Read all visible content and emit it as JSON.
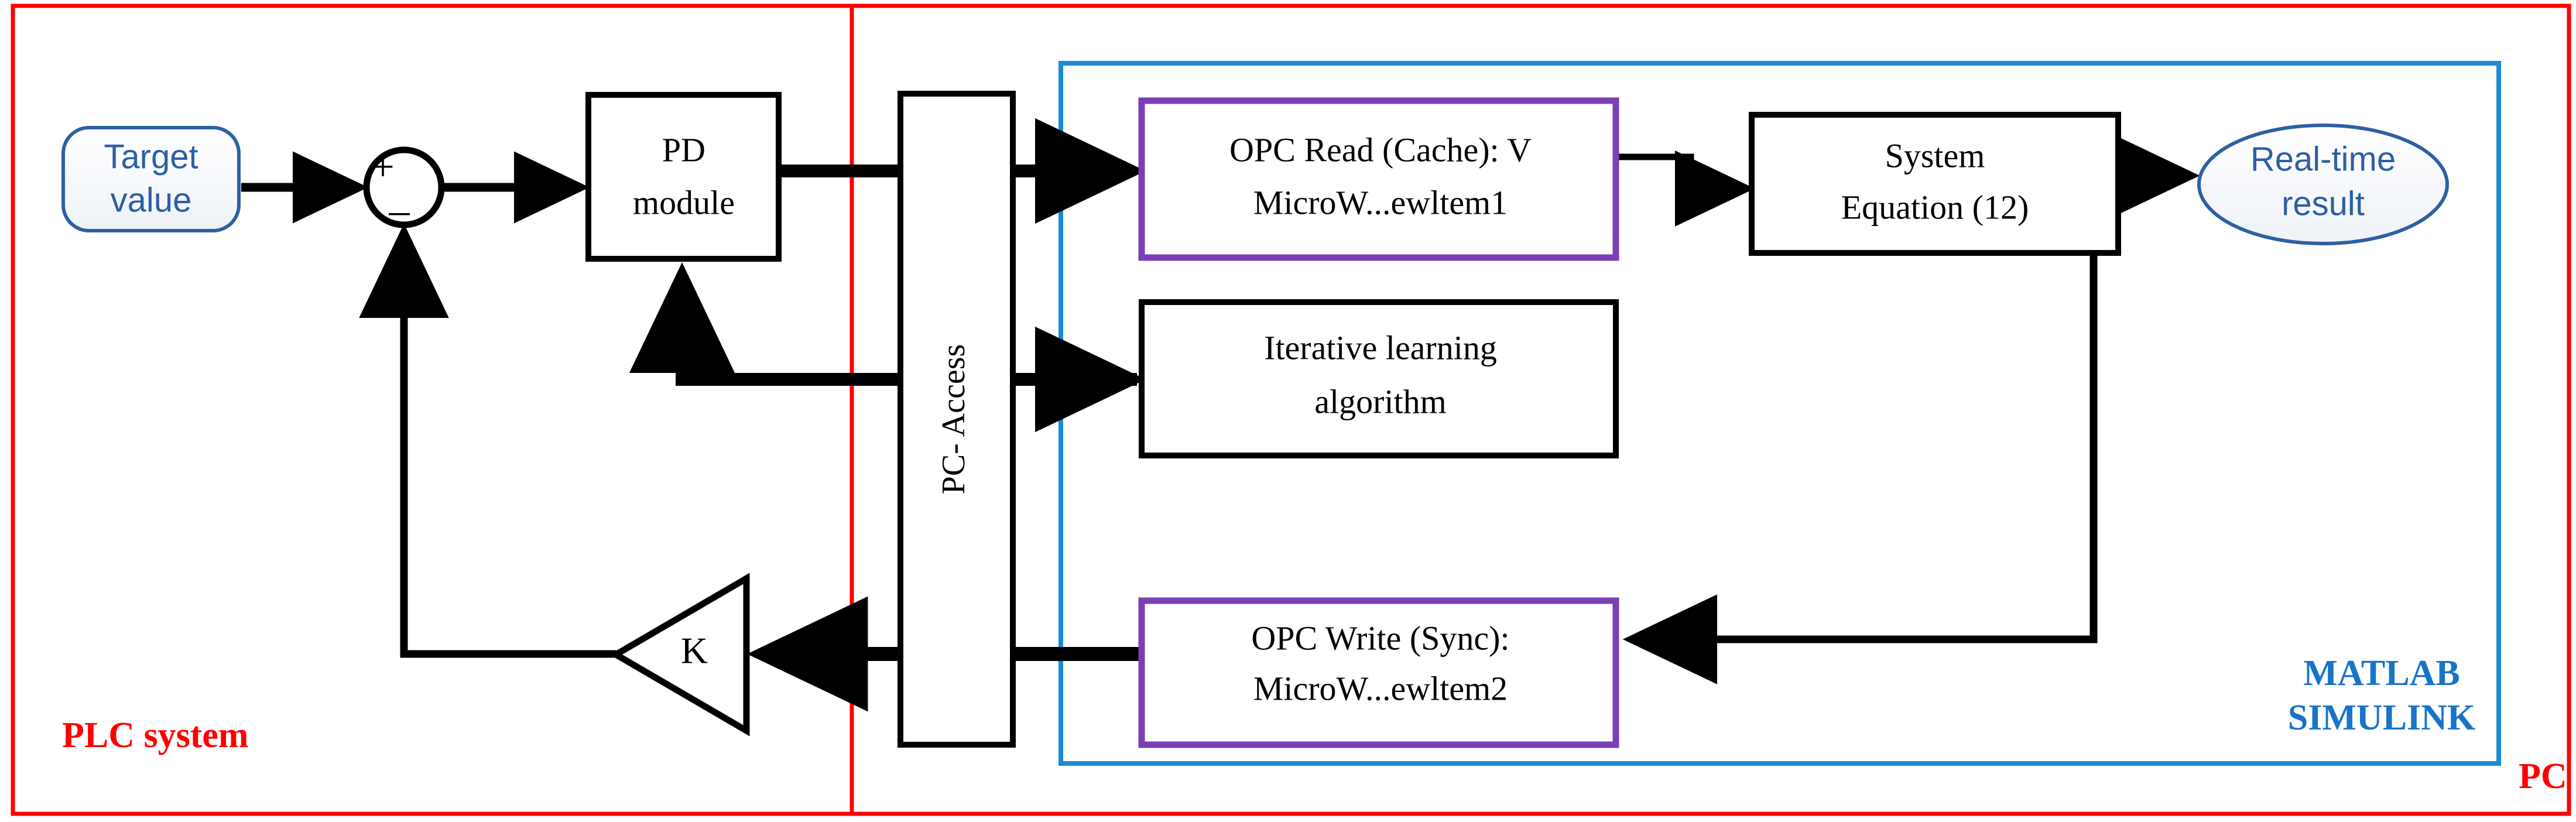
{
  "diagram": {
    "title": "PLC and PC co-simulation control block diagram",
    "colors": {
      "plc_border": "#fe0000",
      "matlab_border": "#1b8ad5",
      "opc_block_border": "#7a3fb5",
      "block_border": "#000000",
      "signal_line": "#000000",
      "rounded_node_border": "#2e5fa3",
      "rounded_node_text": "#2e5fa3",
      "zone_label_red": "#fe0000",
      "zone_label_blue": "#1874c8",
      "background": "#ffffff"
    },
    "zones": [
      {
        "name": "plc-zone",
        "label": "PLC system",
        "label_color": "#fe0000"
      },
      {
        "name": "pc-zone",
        "label": "PC",
        "label_color": "#fe0000"
      },
      {
        "name": "matlab-zone",
        "label_line1": "MATLAB",
        "label_line2": "SIMULINK",
        "label_color": "#1874c8"
      }
    ],
    "nodes": {
      "target_value": {
        "line1": "Target",
        "line2": "value",
        "shape": "rounded-rect"
      },
      "sum_junction": {
        "plus": "+",
        "minus": "–",
        "shape": "circle"
      },
      "pd_module": {
        "line1": "PD",
        "line2": "module",
        "shape": "rect"
      },
      "pc_access": {
        "label": "PC- Access",
        "shape": "rect",
        "orientation": "vertical"
      },
      "opc_read": {
        "line1": "OPC Read (Cache):   V",
        "line2": "MicroW...ewltem1",
        "shape": "rect"
      },
      "system_equation": {
        "line1": "System",
        "line2": "Equation (12)",
        "shape": "rect"
      },
      "realtime_result": {
        "line1": "Real-time",
        "line2": "result",
        "shape": "ellipse"
      },
      "iterative_learning": {
        "line1": "Iterative learning",
        "line2": "algorithm",
        "shape": "rect"
      },
      "opc_write": {
        "line1": "OPC Write (Sync):",
        "line2": "MicroW...ewltem2",
        "shape": "rect"
      },
      "gain_k": {
        "label": "K",
        "shape": "triangle"
      }
    }
  }
}
